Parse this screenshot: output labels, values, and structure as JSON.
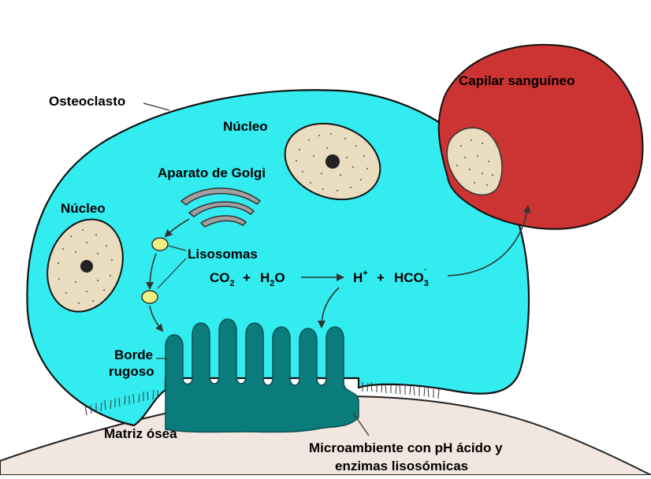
{
  "labels": {
    "osteoclast": "Osteoclasto",
    "nucleus_top": "Núcleo",
    "nucleus_left": "Núcleo",
    "golgi": "Aparato de Golgi",
    "lysosomes": "Lisosomas",
    "ruffled_border_line1": "Borde",
    "ruffled_border_line2": "rugoso",
    "bone_matrix": "Matriz ósea",
    "capillary": "Capilar sanguíneo",
    "microenv_line1": "Microambiente con pH ácido y",
    "microenv_line2": "enzimas lisosómicas"
  },
  "reaction": {
    "co2": "CO",
    "co2_sub": "2",
    "plus1": "+",
    "h2o_h": "H",
    "h2o_sub": "2",
    "h2o_o": "O",
    "h": "H",
    "h_sup": "+",
    "plus2": "+",
    "hco3": "HCO",
    "hco3_sub": "3",
    "hco3_sup": "-"
  },
  "colors": {
    "cytoplasm": "#33ecf0",
    "capillary": "#cc3333",
    "nucleus": "#e9dcbf",
    "ruffled_border": "#0b7c7c",
    "bone": "#f2e6e0",
    "lysosome": "#f0f080",
    "golgi": "#a0a0a0"
  }
}
